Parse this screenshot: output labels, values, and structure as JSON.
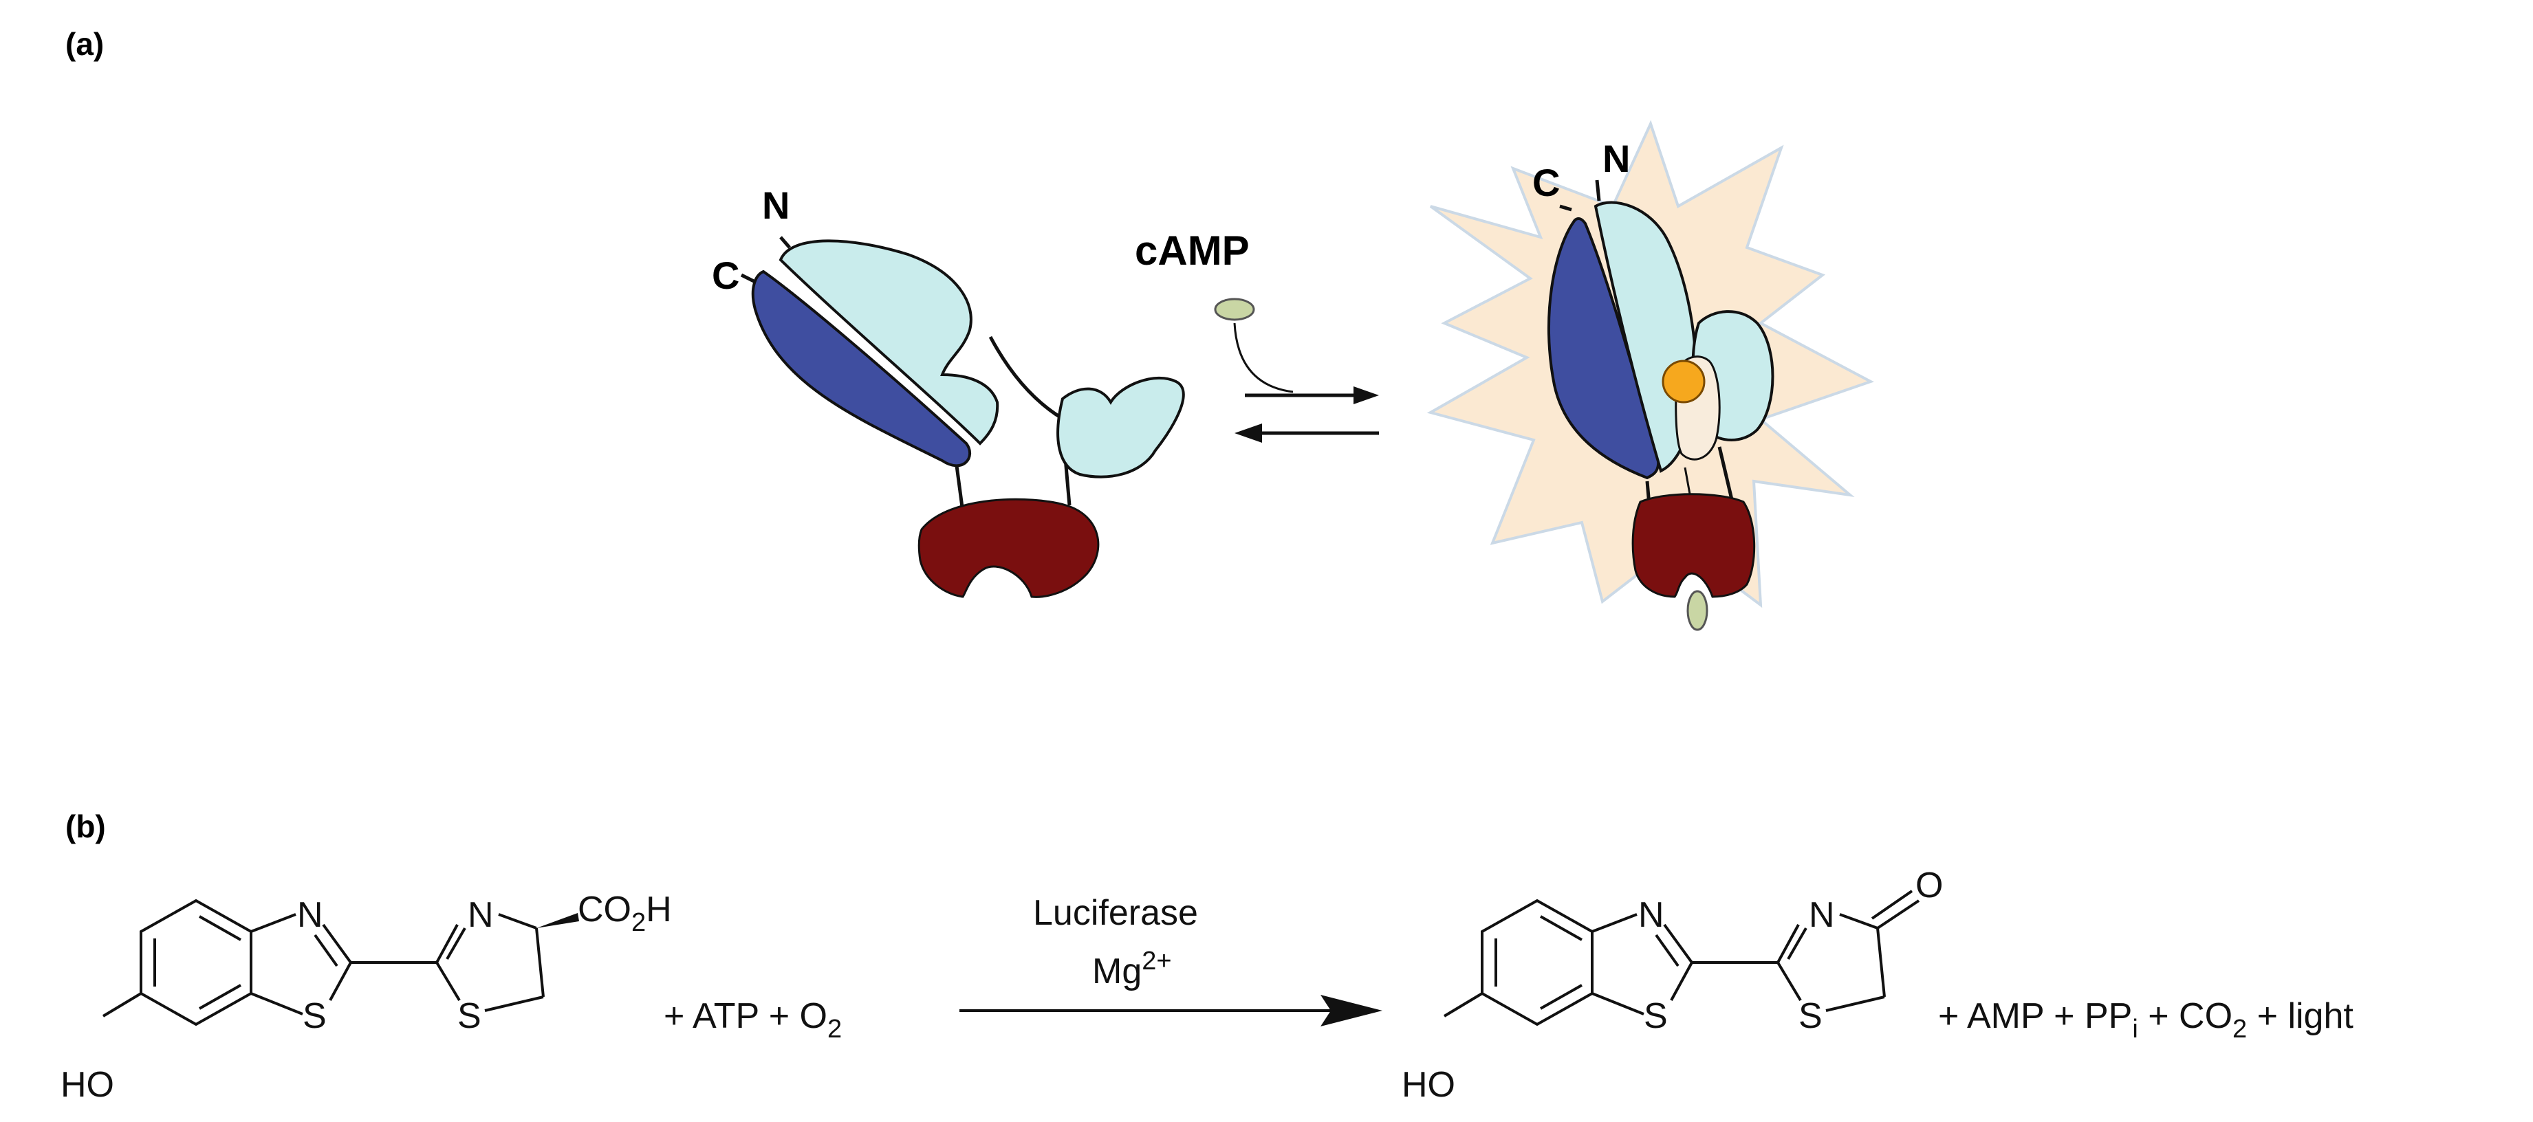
{
  "panel_a": {
    "label": "(a)",
    "left_state": {
      "c_label": "C",
      "n_label": "N"
    },
    "ligand_label": "cAMP",
    "right_state": {
      "c_label": "C",
      "n_label": "N"
    },
    "colors": {
      "c_domain": "#3f4ea0",
      "n_domain": "#c9ecec",
      "cnb_domain": "#7a0f0f",
      "camp": "#c9d6a4",
      "burst": "#fbe9d2",
      "luciferin": "#f6a81e"
    }
  },
  "panel_b": {
    "label": "(b)",
    "substrate": {
      "ho": "HO",
      "n1": "N",
      "s1": "S",
      "n2": "N",
      "s2": "S",
      "co2h_main": "CO",
      "co2h_sub": "2",
      "co2h_end": "H"
    },
    "reagents": {
      "text": "+ ATP + O",
      "sub": "2"
    },
    "enzyme": "Luciferase",
    "cofactor": {
      "text": "Mg",
      "sup": "2+"
    },
    "product": {
      "ho": "HO",
      "n1": "N",
      "s1": "S",
      "n2": "N",
      "s2": "S",
      "o": "O"
    },
    "byproducts": {
      "p1": "+ AMP + PP",
      "p1_sub": "i",
      "p2": " + CO",
      "p2_sub": "2",
      "p3": " + light"
    }
  }
}
